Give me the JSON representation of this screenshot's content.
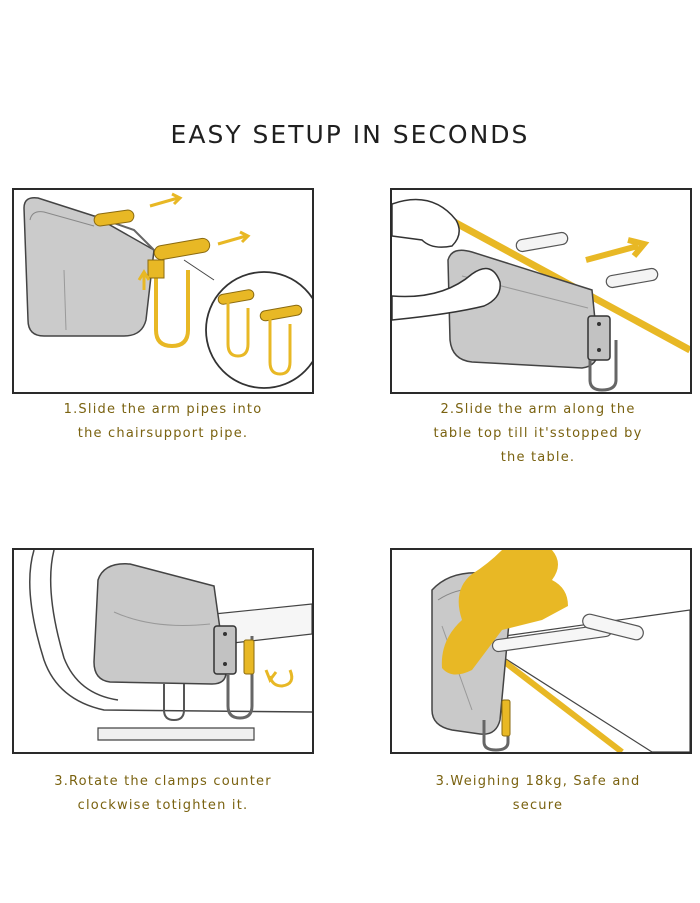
{
  "title": "EASY SETUP IN SECONDS",
  "steps": [
    {
      "lines": [
        "1.Slide the arm pipes into",
        "the chairsupport pipe."
      ]
    },
    {
      "lines": [
        "2.Slide the arm along the",
        "table top till it'sstopped by",
        "the table."
      ]
    },
    {
      "lines": [
        "3.Rotate the clamps counter",
        "clockwise totighten it."
      ]
    },
    {
      "lines": [
        "3.Weighing 18kg, Safe and",
        "secure"
      ]
    }
  ],
  "colors": {
    "accent": "#e8b825",
    "seat": "#c9c9c9",
    "outline": "#2a2a2a",
    "caption": "#7a6210"
  }
}
